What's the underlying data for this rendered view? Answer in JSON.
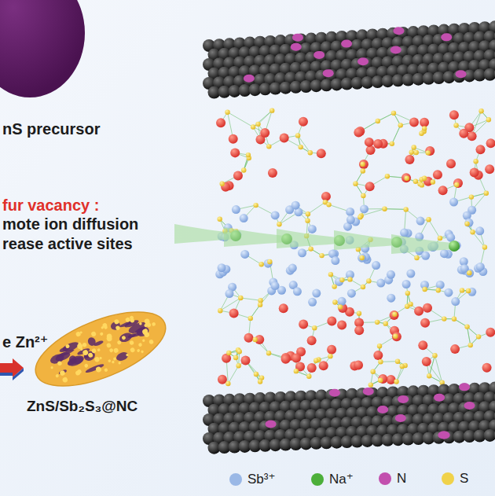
{
  "diagram": {
    "labels": [
      "nS precursor",
      "fur vacancy :",
      "mote ion diffusion",
      "rease active sites",
      "e Zn²⁺",
      "ZnS/Sb₂S₃@NC"
    ],
    "legend": [
      {
        "text": "Sb³⁺",
        "color": "#9ab8e6"
      },
      {
        "text": "Na⁺",
        "color": "#4caf3a"
      },
      {
        "text": "N",
        "color": "#c24fae"
      },
      {
        "text": "S",
        "color": "#f0d24a"
      }
    ]
  }
}
